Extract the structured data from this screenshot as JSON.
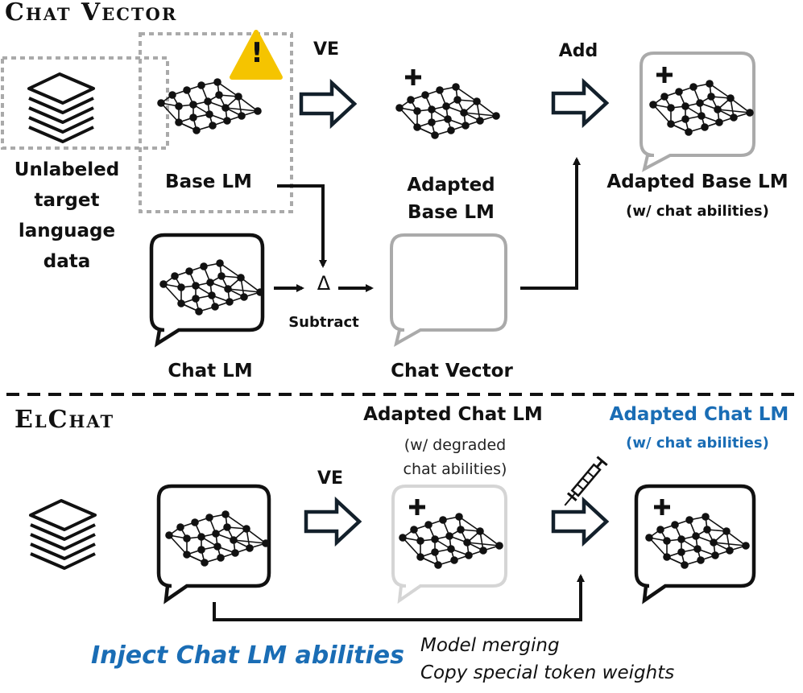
{
  "sections": {
    "chat_vector_title": "Chat Vector",
    "elchat_title": "ElChat"
  },
  "top": {
    "data_label": [
      "Unlabeled",
      "target",
      "language",
      "data"
    ],
    "base_lm": "Base LM",
    "ve": "VE",
    "adapted_base_lm": [
      "Adapted",
      "Base LM"
    ],
    "add": "Add",
    "adapted_base_lm_chat": "Adapted Base LM",
    "with_chat_abilities": "(w/ chat abilities)",
    "chat_lm": "Chat LM",
    "delta": "Δ",
    "subtract": "Subtract",
    "chat_vector": "Chat Vector",
    "warning_glyph": "!"
  },
  "bottom": {
    "ve": "VE",
    "adapted_chat_lm": "Adapted Chat LM",
    "degraded": [
      "(w/ degraded",
      "chat abilities)"
    ],
    "adapted_chat_lm_final": "Adapted Chat LM",
    "with_chat_abilities": "(w/ chat abilities)",
    "inject": "Inject Chat LM abilities",
    "methods": [
      "Model merging",
      "Copy special token weights"
    ]
  },
  "icons": [
    "document-stack-icon",
    "neural-network-icon",
    "chat-bubble-icon",
    "warning-icon",
    "hollow-arrow-icon",
    "plus-icon",
    "syringe-icon"
  ],
  "colors": {
    "accent_blue": "#1a6db5",
    "dark_navy": "#13202b",
    "warning_yellow": "#f5c400",
    "gray_outline": "#aaaaaa"
  }
}
